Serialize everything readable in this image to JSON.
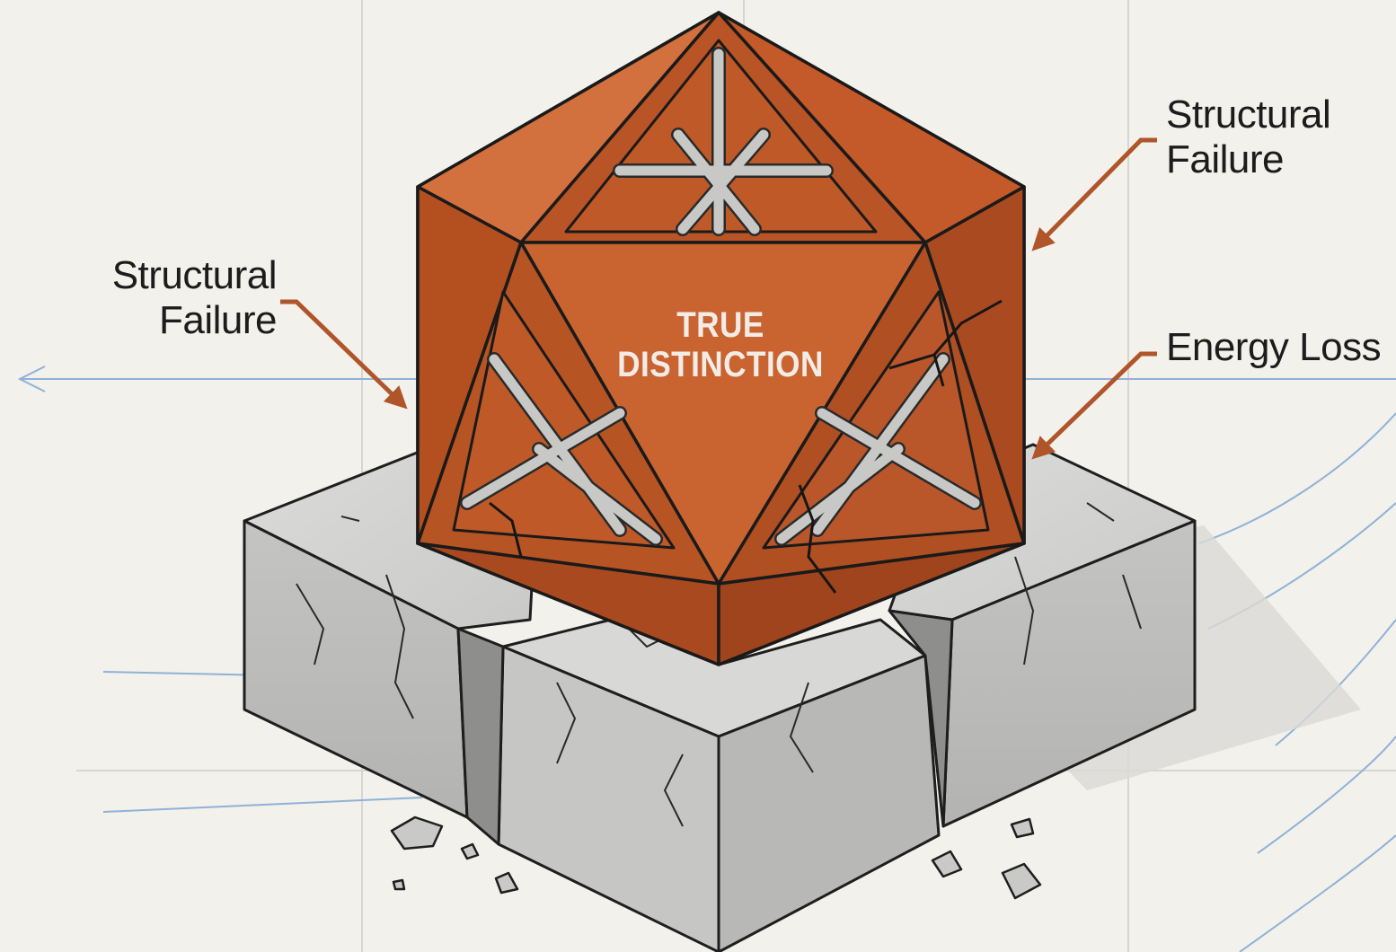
{
  "labels": {
    "left_failure": {
      "line1": "Structural",
      "line2": "Failure"
    },
    "right_failure": {
      "line1": "Structural",
      "line2": "Failure"
    },
    "energy_loss": "Energy Loss"
  },
  "center_face": {
    "line1": "TRUE",
    "line2": "DISTINCTION"
  },
  "colors": {
    "background": "#f2f1ec",
    "copper": "#c8602f",
    "copper_dark": "#a94a21",
    "concrete": "#cfcfcd",
    "arrow": "#b0552a",
    "guide_lines": "#8fb2d6"
  }
}
